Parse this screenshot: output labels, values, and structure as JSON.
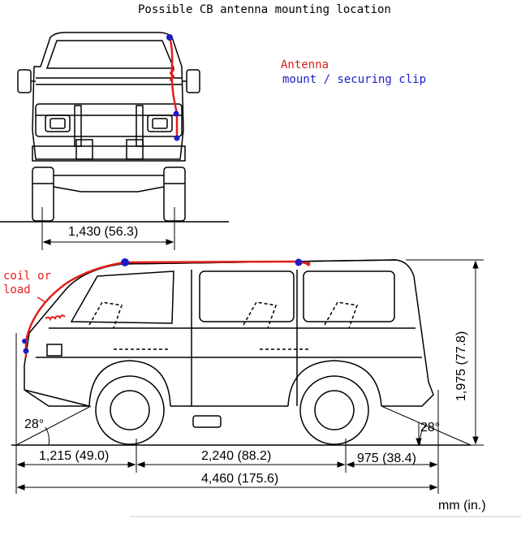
{
  "title": "Possible CB antenna mounting location",
  "legend": {
    "antenna": "Antenna",
    "mount": "mount / securing clip"
  },
  "coil_label": [
    "coil or",
    "load"
  ],
  "colors": {
    "antenna": "#e0201c",
    "mount": "#1c1cc8",
    "line": "#000000"
  },
  "dimensions": {
    "track_width": "1,430 (56.3)",
    "height": "1,975 (77.8)",
    "front_overhang": "1,215 (49.0)",
    "wheelbase": "2,240 (88.2)",
    "rear_overhang": "975 (38.4)",
    "overall_length": "4,460 (175.6)",
    "approach_angle": "28°",
    "departure_angle": "28°",
    "units": "mm (in.)"
  }
}
